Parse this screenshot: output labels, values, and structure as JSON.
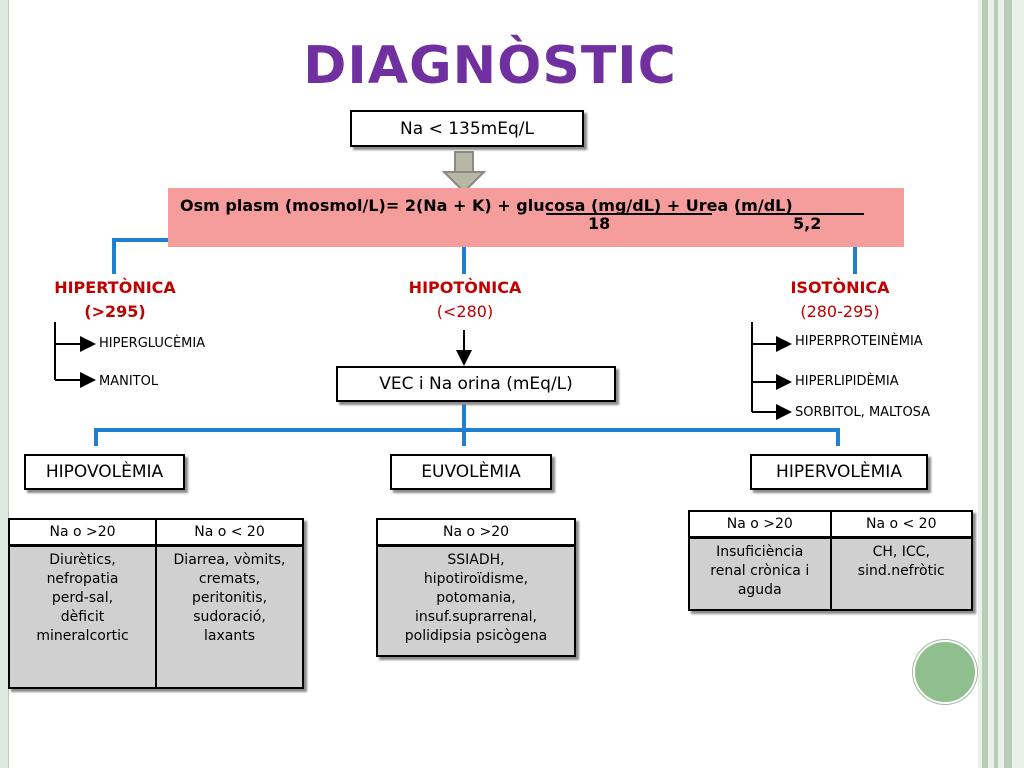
{
  "title": "DIAGNÒSTIC",
  "start_box": "Na < 135mEq/L",
  "formula": {
    "lhs": "Osm plasm (mosmol/L)= 2(Na + K) + ",
    "glucosa": "glucosa (mg/dL)",
    "plus": " + ",
    "urea": "Urea (m/dL)",
    "div1": "18",
    "div2": "5,2"
  },
  "colors": {
    "title": "#7030a0",
    "category": "#c00000",
    "formula_bg": "#f59c9c",
    "connector": "#1f7fd0"
  },
  "hypertonic": {
    "label": "HIPERTÒNICA",
    "range": "(>295)",
    "causes": [
      "HIPERGLUCÈMIA",
      "MANITOL"
    ]
  },
  "hypotonic": {
    "label": "HIPOTÒNICA",
    "range": "(<280)",
    "next_box": "VEC i Na orina (mEq/L)"
  },
  "isotonic": {
    "label": "ISOTÒNICA",
    "range": "(280-295)",
    "causes": [
      "HIPERPROTEINÈMIA",
      "HIPERLIPIDÈMIA",
      "SORBITOL, MALTOSA"
    ]
  },
  "volemia": [
    {
      "label": "HIPOVOLÈMIA",
      "table": {
        "headers": [
          "Na o >20",
          "Na o < 20"
        ],
        "cells": [
          [
            "Diurètics,",
            "nefropatia",
            "perd-sal,",
            "dèficit",
            "mineralcortic"
          ],
          [
            "Diarrea, vòmits,",
            "cremats,",
            "peritonitis,",
            "sudoració,",
            "laxants"
          ]
        ]
      }
    },
    {
      "label": "EUVOLÈMIA",
      "table": {
        "headers": [
          "Na o >20"
        ],
        "cells": [
          [
            "SSIADH,",
            "hipotiroïdisme,",
            "potomania,",
            "insuf.suprarrenal,",
            "polidipsia psicògena"
          ]
        ]
      }
    },
    {
      "label": "HIPERVOLÈMIA",
      "table": {
        "headers": [
          "Na o >20",
          "Na o < 20"
        ],
        "cells": [
          [
            "Insuficiència",
            "renal crònica i",
            "aguda"
          ],
          [
            "CH, ICC,",
            "sind.nefròtic"
          ]
        ]
      }
    }
  ]
}
